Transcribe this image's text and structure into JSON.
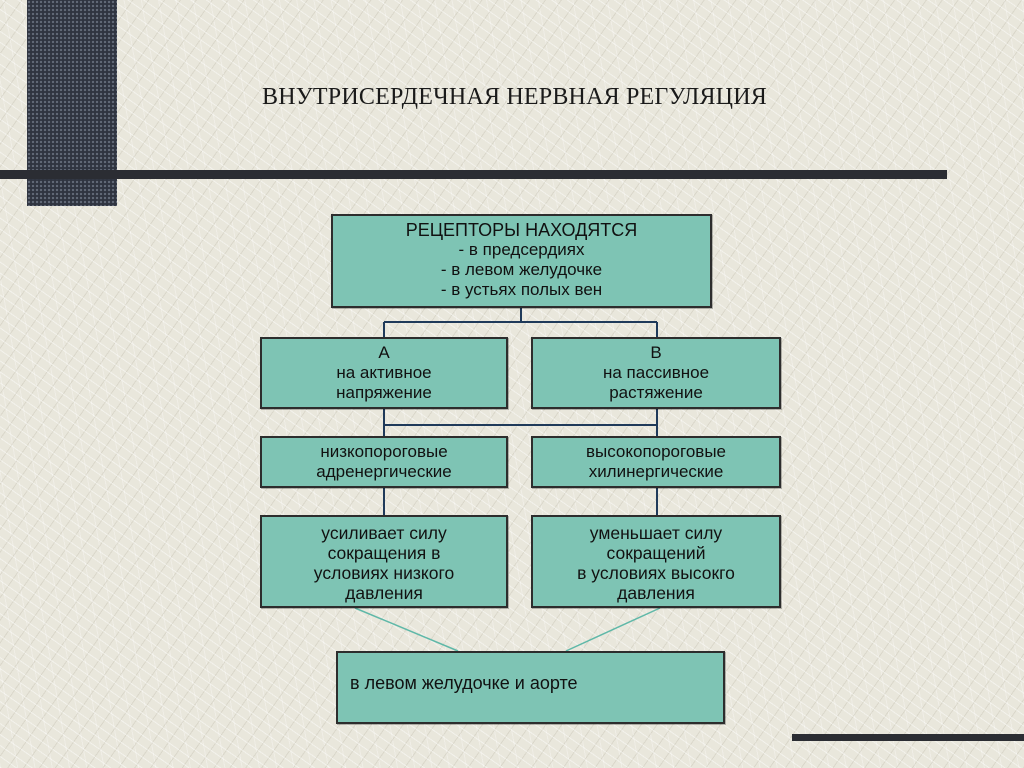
{
  "slide": {
    "title": "ВНУТРИСЕРДЕЧНАЯ НЕРВНАЯ РЕГУЛЯЦИЯ"
  },
  "diagram": {
    "receptors": {
      "heading": "РЕЦЕПТОРЫ НАХОДЯТСЯ",
      "items": [
        "- в предсердиях",
        "- в левом желудочке",
        "- в устьях полых вен"
      ]
    },
    "type_a": {
      "letter": "А",
      "line1": "на активное",
      "line2": "напряжение"
    },
    "type_b": {
      "letter": "В",
      "line1": "на пассивное",
      "line2": "растяжение"
    },
    "threshold_low": {
      "line1": "низкопороговые",
      "line2": "адренергические"
    },
    "threshold_high": {
      "line1": "высокопороговые",
      "line2": "хилинергические"
    },
    "effect_increase": {
      "lines": [
        "усиливает силу",
        "сокращения в",
        "условиях низкого",
        "давления"
      ]
    },
    "effect_decrease": {
      "lines": [
        "уменьшает силу",
        "сокращений",
        "в условиях высокго",
        "давления"
      ]
    },
    "location": {
      "text": "в левом желудочке и аорте"
    }
  },
  "colors": {
    "box_fill": "#7ec4b4",
    "box_border": "#2d2d2d",
    "background": "#e9e7dc",
    "accent_block": "#2f3440",
    "rule": "#2b2d33",
    "connector": "#1f3a5a",
    "converge_line": "#5fb8a8"
  }
}
